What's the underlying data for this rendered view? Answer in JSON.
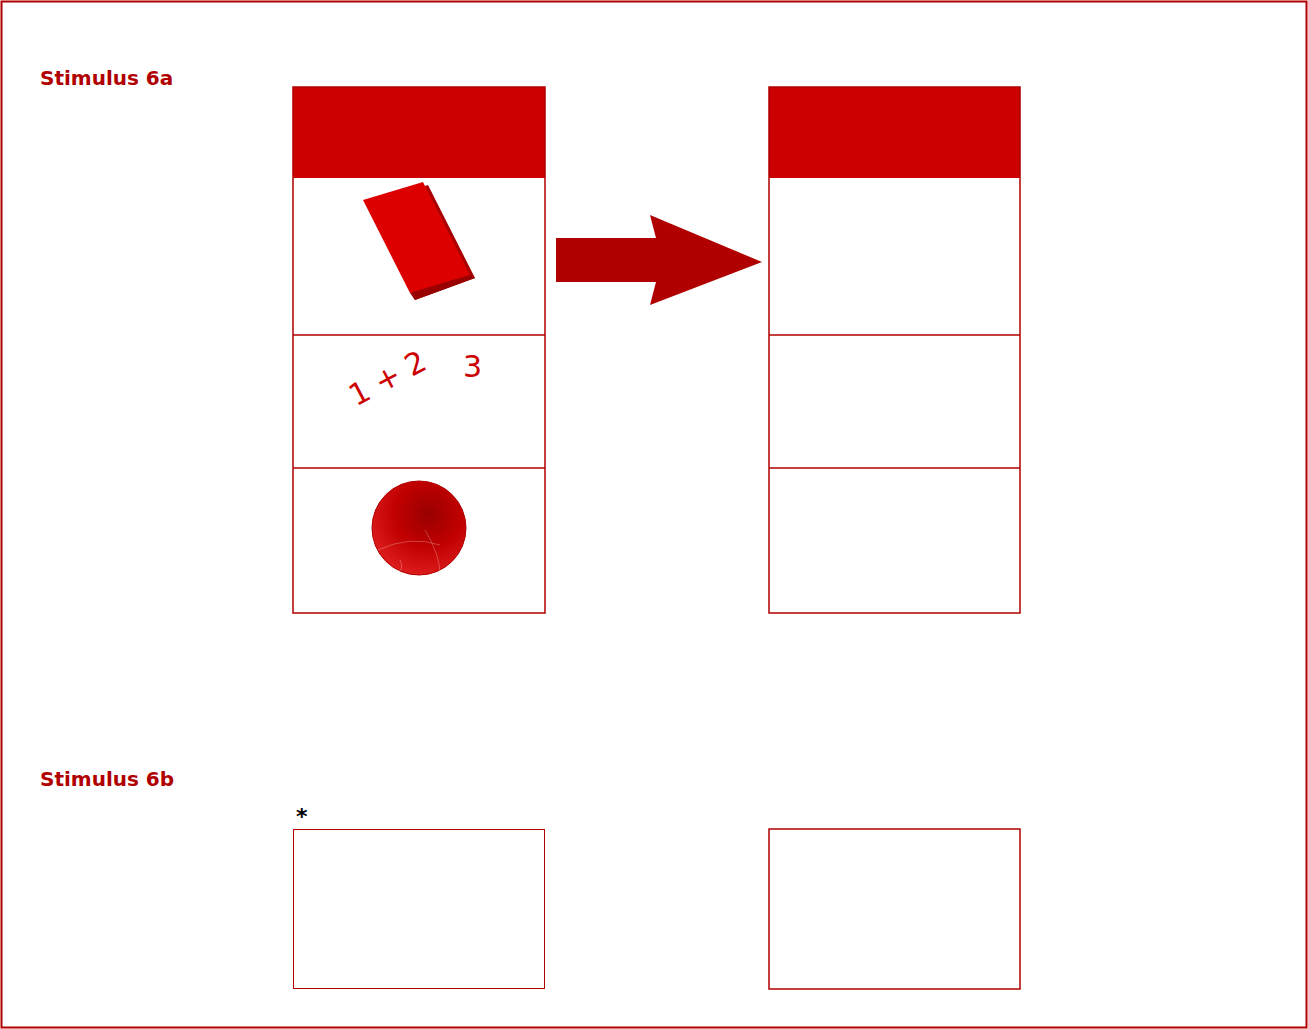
{
  "diagram": {
    "nodes": [
      {
        "text": [
          "1 + 2",
          "3"
        ]
      },
      {
        "text": [
          "*"
        ]
      }
    ],
    "labels": [
      "Stimulus 6a",
      "Stimulus 6b"
    ]
  }
}
